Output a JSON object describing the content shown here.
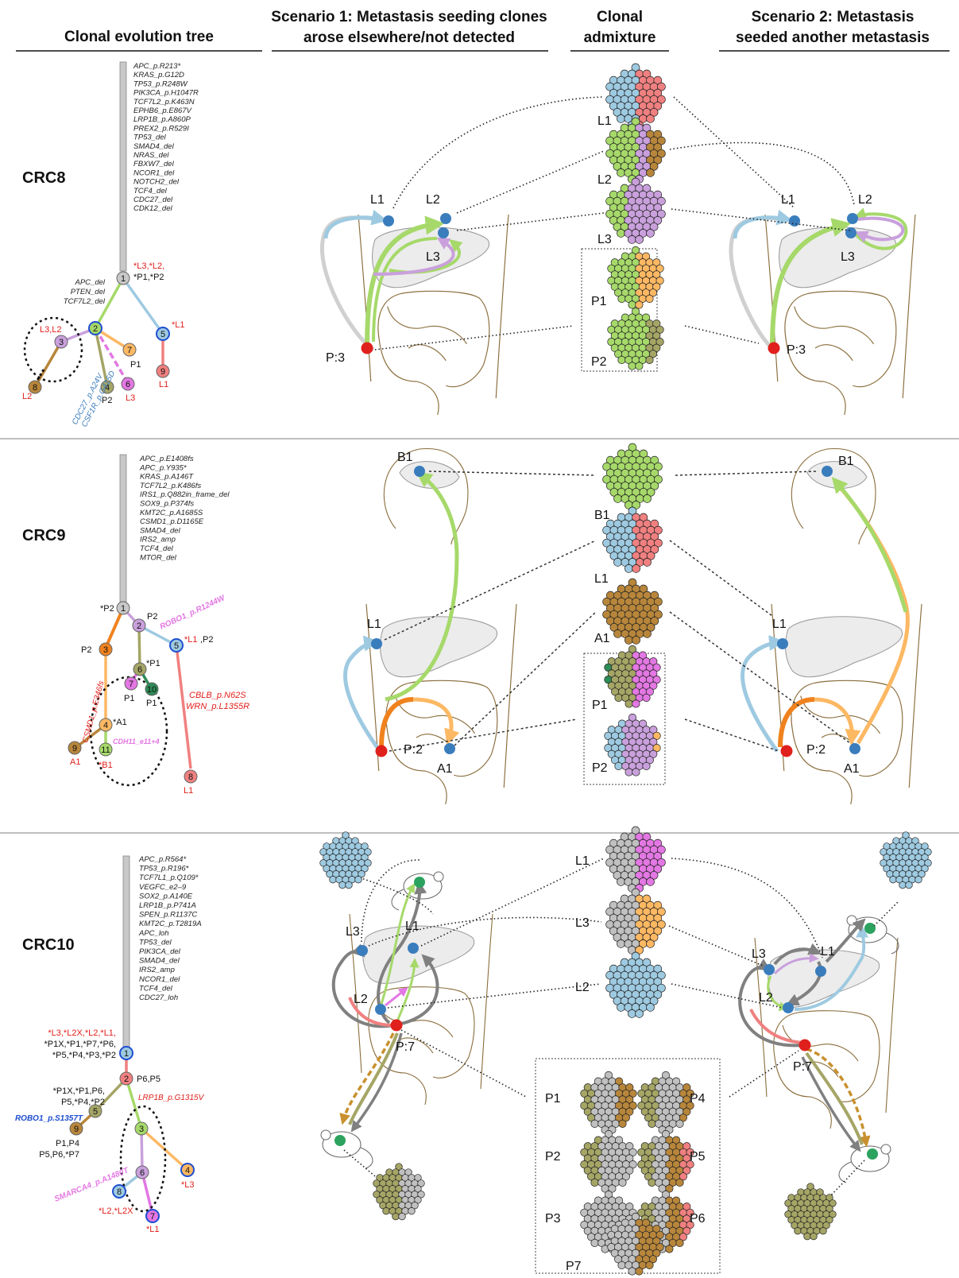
{
  "headers": {
    "tree": "Clonal evolution tree",
    "scenario1": [
      "Scenario 1: Metastasis seeding clones",
      "arose elsewhere/not detected"
    ],
    "admixture": [
      "Clonal",
      "admixture"
    ],
    "scenario2": [
      "Scenario 2: Metastasis",
      "seeded another metastasis"
    ]
  },
  "colors": {
    "blue": "#9ecae1",
    "green": "#a6d96a",
    "lavender": "#c9a0dc",
    "red": "#f08080",
    "orange": "#fdb863",
    "brown": "#b8863b",
    "olive": "#a5a566",
    "magenta": "#e377e3",
    "dkgreen": "#2e8b57",
    "gray": "#c0c0c0",
    "site_primary": "#e0201c",
    "site_met": "#3a7dbd",
    "site_mouse": "#2ca25f"
  },
  "cases": [
    {
      "name": "CRC8",
      "trunk_mutations": [
        "APC_p.R213*",
        "KRAS_p.G12D",
        "TP53_p.R248W",
        "PIK3CA_p.H1047R",
        "TCF7L2_p.K463N",
        "EPHB6_p.E867V",
        "LRP1B_p.A860P",
        "PREX2_p.R529I",
        "TP53_del",
        "SMAD4_del",
        "NRAS_del",
        "FBXW7_del",
        "NCOR1_del",
        "NOTCH2_del",
        "TCF4_del",
        "CDC27_del",
        "CDK12_del"
      ],
      "root_label_red": "*L3,*L2,",
      "root_label_black": "*P1,*P2",
      "branch_mutations": [
        "APC_del",
        "PTEN_del",
        "TCF7L2_del"
      ],
      "circle_label": "L3,L2",
      "node_labels": {
        "n5": "*L1",
        "n7": "P1",
        "n9": "L1",
        "n8": "L2",
        "n4": "P2",
        "n6": "L3"
      },
      "side_mutations": [
        "CDC27_p.A24V",
        "CSF1R_p.G415D"
      ],
      "sites": {
        "L1": "L1",
        "L2": "L2",
        "L3": "L3",
        "P": "P:3"
      },
      "admixture": [
        "L1",
        "L2",
        "L3",
        "P1",
        "P2"
      ]
    },
    {
      "name": "CRC9",
      "trunk_mutations": [
        "APC_p.E1408fs",
        "APC_p.Y935*",
        "KRAS_p.A146T",
        "TCF7L2_p.K486fs",
        "IRS1_p.Q882in_frame_del",
        "SOX9_p.P374fs",
        "KMT2C_p.A1685S",
        "CSMD1_p.D1165E",
        "SMAD4_del",
        "IRS2_amp",
        "TCF4_del",
        "MTOR_del"
      ],
      "node_labels": {
        "n1": "*P2",
        "n2": "P2",
        "n3": "P2",
        "n5a": "*L1",
        "n5b": ",P2",
        "n6": "*P1",
        "n7": "P1",
        "n10": "P1",
        "n4": "*A1",
        "n9": "A1",
        "n11": "*B1",
        "n8": "L1"
      },
      "side_mutations": {
        "robo": "ROBO1_p.R1244W",
        "cblb": "CBLB_p.N62S",
        "wrn": "WRN_p.L1355R",
        "csmd": "CSMD1_p.E346fs",
        "cdh": "CDH11_e11+4"
      },
      "sites": {
        "B1": "B1",
        "L1": "L1",
        "A1": "A1",
        "P": "P:2"
      },
      "admixture": [
        "B1",
        "L1",
        "A1",
        "P1",
        "P2"
      ]
    },
    {
      "name": "CRC10",
      "trunk_mutations": [
        "APC_p.R564*",
        "TP53_p.R196*",
        "TCF7L1_p.Q109*",
        "VEGFC_e2–9",
        "SOX2_p.A140E",
        "LRP1B_p.P741A",
        "SPEN_p.R1137C",
        "KMT2C_p.T2819A",
        "APC_loh",
        "TP53_del",
        "PIK3CA_del",
        "SMAD4_del",
        "IRS2_amp",
        "NCOR1_del",
        "TCF4_del",
        "CDC27_loh"
      ],
      "root_label_red": "*L3,*L2X,*L2,*L1,",
      "root_label_black": [
        "*P1X,*P1,*P7,*P6,",
        "*P5,*P4,*P3,*P2"
      ],
      "node_labels": {
        "n2": "P6,P5",
        "n5": [
          "*P1X,*P1,P6,",
          "P5,*P4,*P2"
        ],
        "n9": [
          "P1,P4",
          "P5,P6,*P7"
        ],
        "n4": "*L3",
        "n8": "*L2,*L2X",
        "n7": "*L1"
      },
      "side_mutations": {
        "lrp": "LRP1B_p.G1315V",
        "robo": "ROBO1_p.S1357T",
        "smarca": "SMARCA4_p.A1480T"
      },
      "sites": {
        "L1": "L1",
        "L2": "L2",
        "L3": "L3",
        "P": "P:7"
      },
      "admixture": [
        "L1",
        "L3",
        "L2",
        "P1",
        "P4",
        "P2",
        "P5",
        "P3",
        "P6",
        "P7"
      ]
    }
  ]
}
